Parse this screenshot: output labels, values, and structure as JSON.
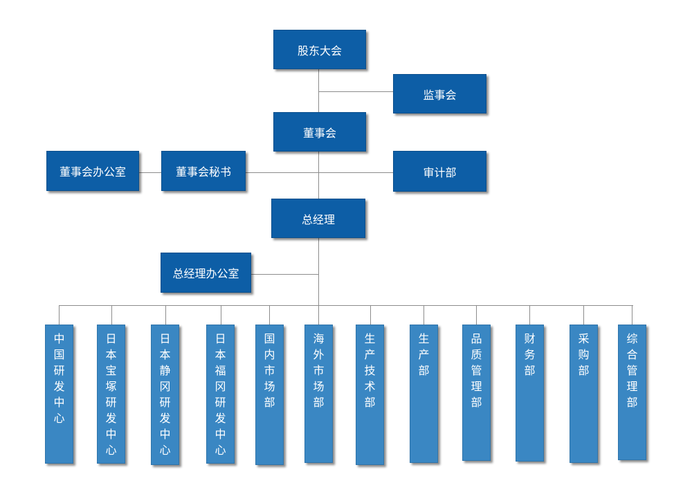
{
  "colors": {
    "top_box": "#0d5ea6",
    "dept_box": "#3a87c3",
    "connector": "#8c8c8c"
  },
  "top": {
    "shareholders": "股东大会",
    "supervisors": "监事会",
    "board": "董事会",
    "board_office": "董事会办公室",
    "board_secretary": "董事会秘书",
    "audit": "审计部",
    "gm": "总经理",
    "gm_office": "总经理办公室"
  },
  "departments": [
    "中国研发中心",
    "日本宝塚研发中心",
    "日本静冈研发中心",
    "日本福冈研发中心",
    "国内市场部",
    "海外市场部",
    "生产技术部",
    "生产部",
    "品质管理部",
    "财务部",
    "采购部",
    "综合管理部"
  ]
}
